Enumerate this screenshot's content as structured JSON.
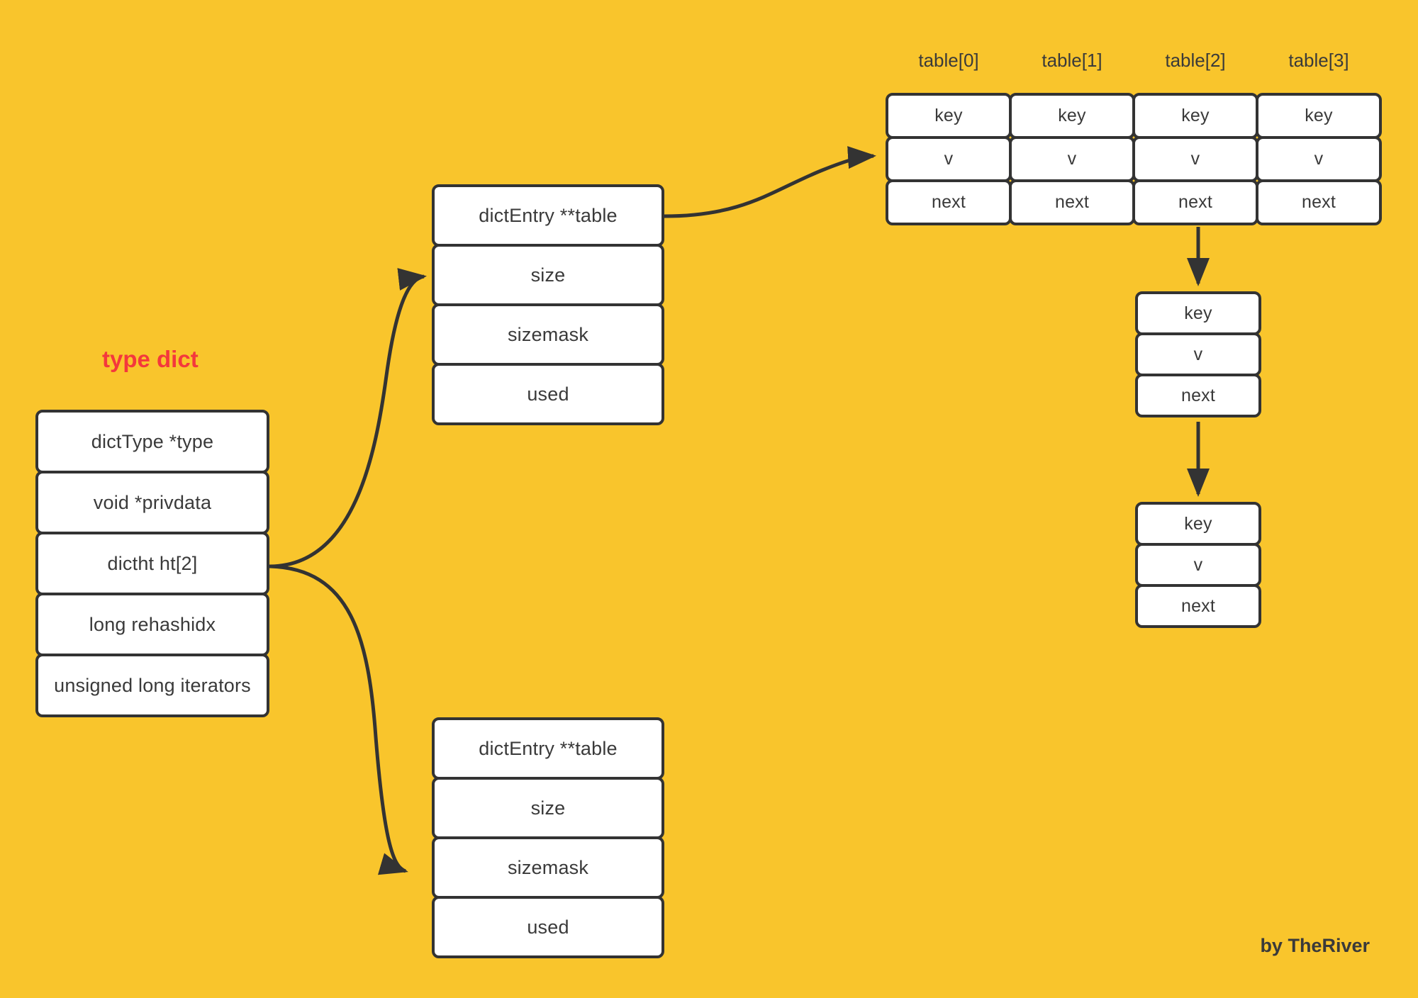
{
  "theme": {
    "background": "#F9C52C",
    "box_fill": "#FFFFFF",
    "box_border": "#333333",
    "text": "#3A3A3A",
    "accent_red": "#F4383C"
  },
  "diagram": {
    "title": "type dict",
    "credit": "by TheRiver"
  },
  "dict_struct": {
    "label": "type dict",
    "fields": [
      {
        "name": "dictType *type"
      },
      {
        "name": "void *privdata"
      },
      {
        "name": "dictht ht[2]"
      },
      {
        "name": "long rehashidx"
      },
      {
        "name": "unsigned long iterators"
      }
    ]
  },
  "dictht_structs": [
    {
      "id": "ht0",
      "fields": [
        {
          "name": "dictEntry **table"
        },
        {
          "name": "size"
        },
        {
          "name": "sizemask"
        },
        {
          "name": "used"
        }
      ]
    },
    {
      "id": "ht1",
      "fields": [
        {
          "name": "dictEntry **table"
        },
        {
          "name": "size"
        },
        {
          "name": "sizemask"
        },
        {
          "name": "used"
        }
      ]
    }
  ],
  "bucket_array": {
    "headers": [
      "table[0]",
      "table[1]",
      "table[2]",
      "table[3]"
    ],
    "buckets": [
      {
        "header": "table[0]",
        "rows": [
          "key",
          "v",
          "next"
        ]
      },
      {
        "header": "table[1]",
        "rows": [
          "key",
          "v",
          "next"
        ]
      },
      {
        "header": "table[2]",
        "rows": [
          "key",
          "v",
          "next"
        ]
      },
      {
        "header": "table[3]",
        "rows": [
          "key",
          "v",
          "next"
        ]
      }
    ]
  },
  "chain_nodes": [
    {
      "id": "entry-node-1",
      "rows": [
        "key",
        "v",
        "next"
      ]
    },
    {
      "id": "entry-node-2",
      "rows": [
        "key",
        "v",
        "next"
      ]
    }
  ]
}
